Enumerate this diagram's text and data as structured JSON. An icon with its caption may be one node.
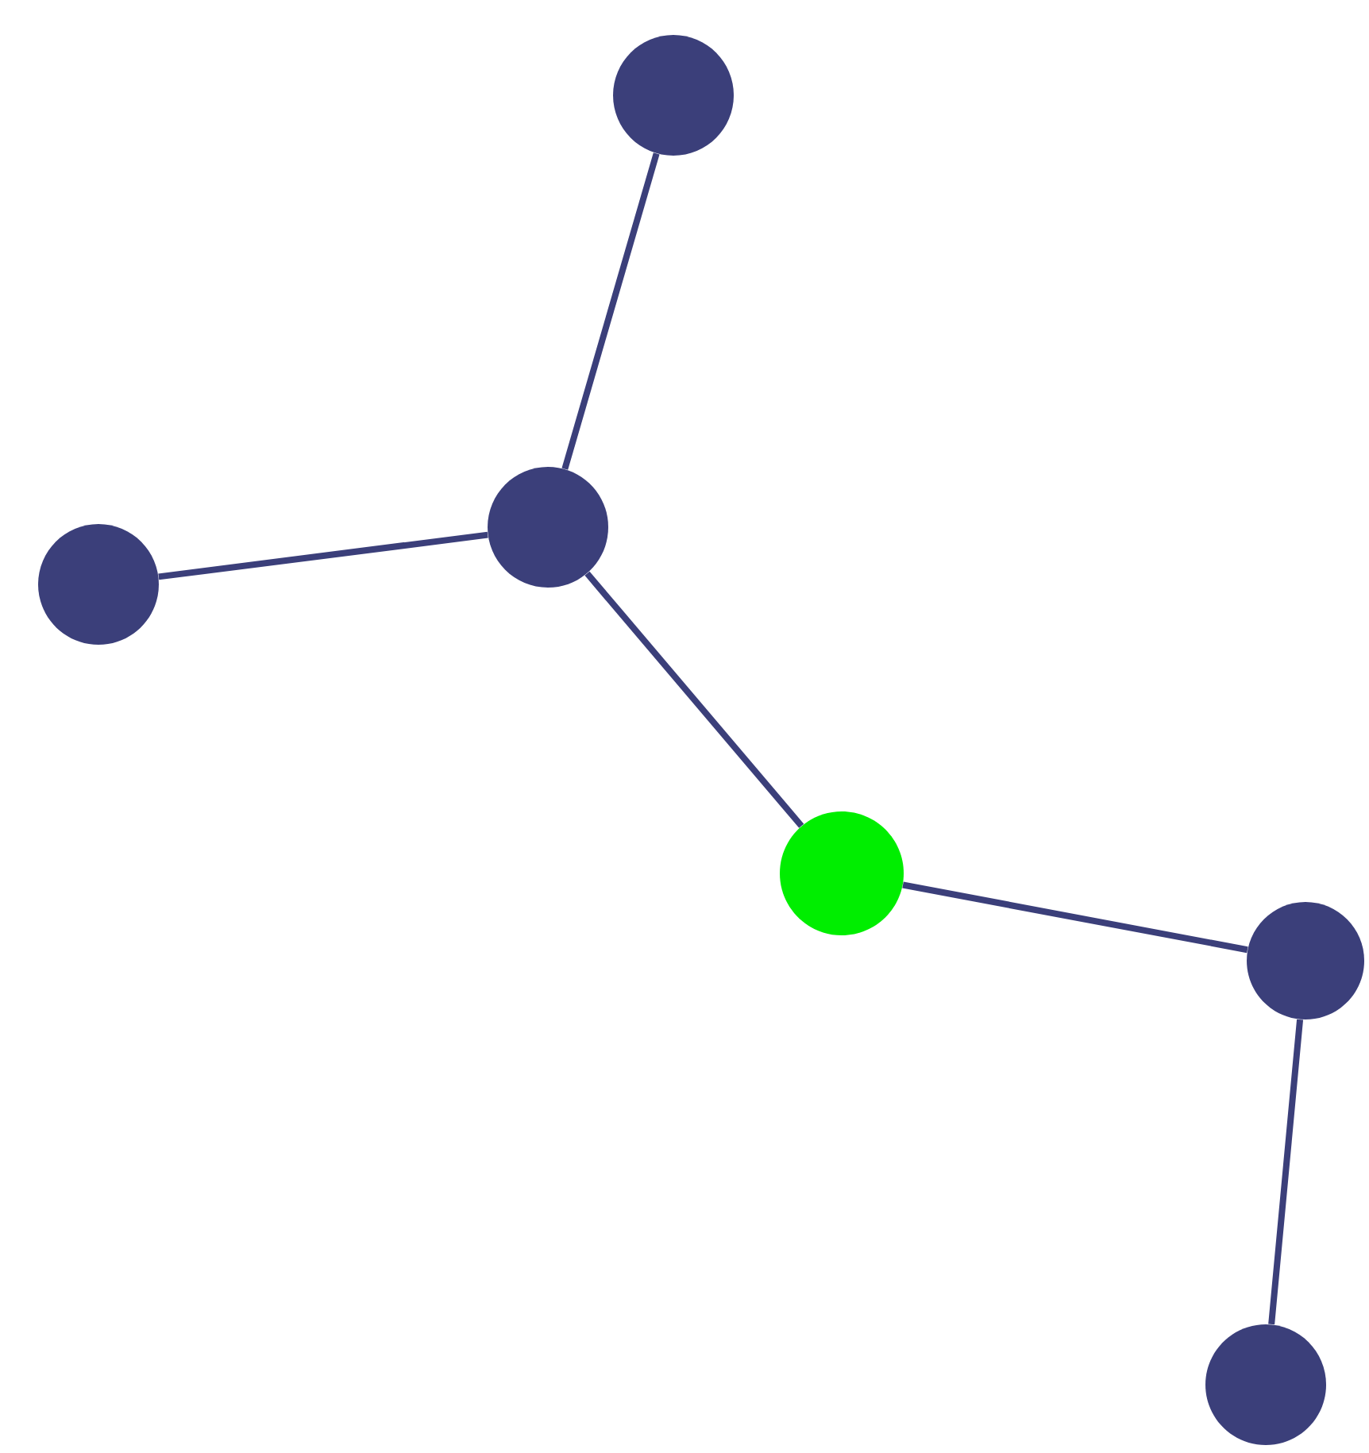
{
  "diagram": {
    "nodes": [
      {
        "text": [],
        "shape": "circle"
      },
      {
        "text": [],
        "shape": "circle"
      },
      {
        "text": [],
        "shape": "circle"
      },
      {
        "text": [],
        "shape": "circle"
      },
      {
        "text": [],
        "shape": "circle"
      },
      {
        "text": [],
        "shape": "circle"
      }
    ],
    "edges": [
      {
        "from": 0,
        "to": 1,
        "arrow": "none"
      },
      {
        "from": 1,
        "to": 2,
        "arrow": "none"
      },
      {
        "from": 1,
        "to": 3,
        "arrow": "none"
      },
      {
        "from": 3,
        "to": 4,
        "arrow": "none"
      },
      {
        "from": 4,
        "to": 5,
        "arrow": "none"
      }
    ]
  }
}
